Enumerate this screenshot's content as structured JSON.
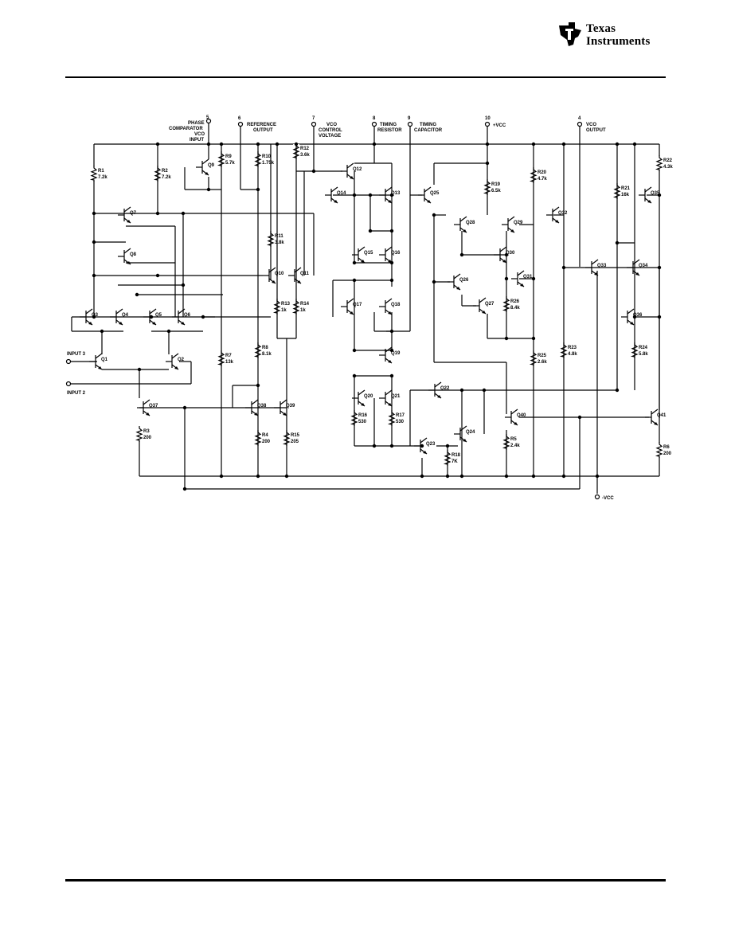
{
  "header": {
    "brand_line1": "Texas",
    "brand_line2": "Instruments",
    "logo_icon": "ti-map-logo"
  },
  "pins": [
    {
      "num": "5",
      "label1": "PHASE",
      "label2": "COMPARATOR",
      "label3": "VCO",
      "label4": "INPUT"
    },
    {
      "num": "6",
      "label1": "REFERENCE",
      "label2": "OUTPUT"
    },
    {
      "num": "7",
      "label1": "VCO",
      "label2": "CONTROL",
      "label3": "VOLTAGE"
    },
    {
      "num": "8",
      "label1": "TIMING",
      "label2": "RESISTOR"
    },
    {
      "num": "9",
      "label1": "TIMING",
      "label2": "CAPACITOR"
    },
    {
      "num": "10",
      "label1": "+VCC"
    },
    {
      "num": "4",
      "label1": "VCO",
      "label2": "OUTPUT"
    }
  ],
  "inputs": {
    "input3": "INPUT 3",
    "input2": "INPUT 2",
    "vneg": "-VCC"
  },
  "resistors": [
    {
      "id": "R1",
      "val": "7.2k"
    },
    {
      "id": "R2",
      "val": "7.2k"
    },
    {
      "id": "R9",
      "val": "5.7k"
    },
    {
      "id": "R10",
      "val": "1.75k"
    },
    {
      "id": "R12",
      "val": "3.6k"
    },
    {
      "id": "R11",
      "val": "3.8k"
    },
    {
      "id": "R13",
      "val": "1k"
    },
    {
      "id": "R14",
      "val": "1k"
    },
    {
      "id": "R7",
      "val": "13k"
    },
    {
      "id": "R8",
      "val": "8.1k"
    },
    {
      "id": "R3",
      "val": "200"
    },
    {
      "id": "R4",
      "val": "200"
    },
    {
      "id": "R15",
      "val": "205"
    },
    {
      "id": "R16",
      "val": "530"
    },
    {
      "id": "R17",
      "val": "530"
    },
    {
      "id": "R18",
      "val": "7K"
    },
    {
      "id": "R19",
      "val": "6.5k"
    },
    {
      "id": "R20",
      "val": "4.7k"
    },
    {
      "id": "R26",
      "val": "8.4k"
    },
    {
      "id": "R25",
      "val": "2.6k"
    },
    {
      "id": "R5",
      "val": "2.4k"
    },
    {
      "id": "R23",
      "val": "4.8k"
    },
    {
      "id": "R21",
      "val": "16k"
    },
    {
      "id": "R22",
      "val": "4.3k"
    },
    {
      "id": "R24",
      "val": "5.8k"
    },
    {
      "id": "R6",
      "val": "200"
    }
  ],
  "transistors": [
    "Q1",
    "Q2",
    "Q3",
    "Q4",
    "Q5",
    "Q6",
    "Q7",
    "Q8",
    "Q9",
    "Q10",
    "Q11",
    "Q12",
    "Q13",
    "Q14",
    "Q15",
    "Q16",
    "Q17",
    "Q18",
    "Q19",
    "Q20",
    "Q21",
    "Q22",
    "Q23",
    "Q24",
    "Q25",
    "Q26",
    "Q27",
    "Q28",
    "Q29",
    "Q30",
    "Q31",
    "Q32",
    "Q33",
    "Q34",
    "Q35",
    "Q36",
    "Q37",
    "Q38",
    "Q39",
    "Q40",
    "Q41"
  ]
}
